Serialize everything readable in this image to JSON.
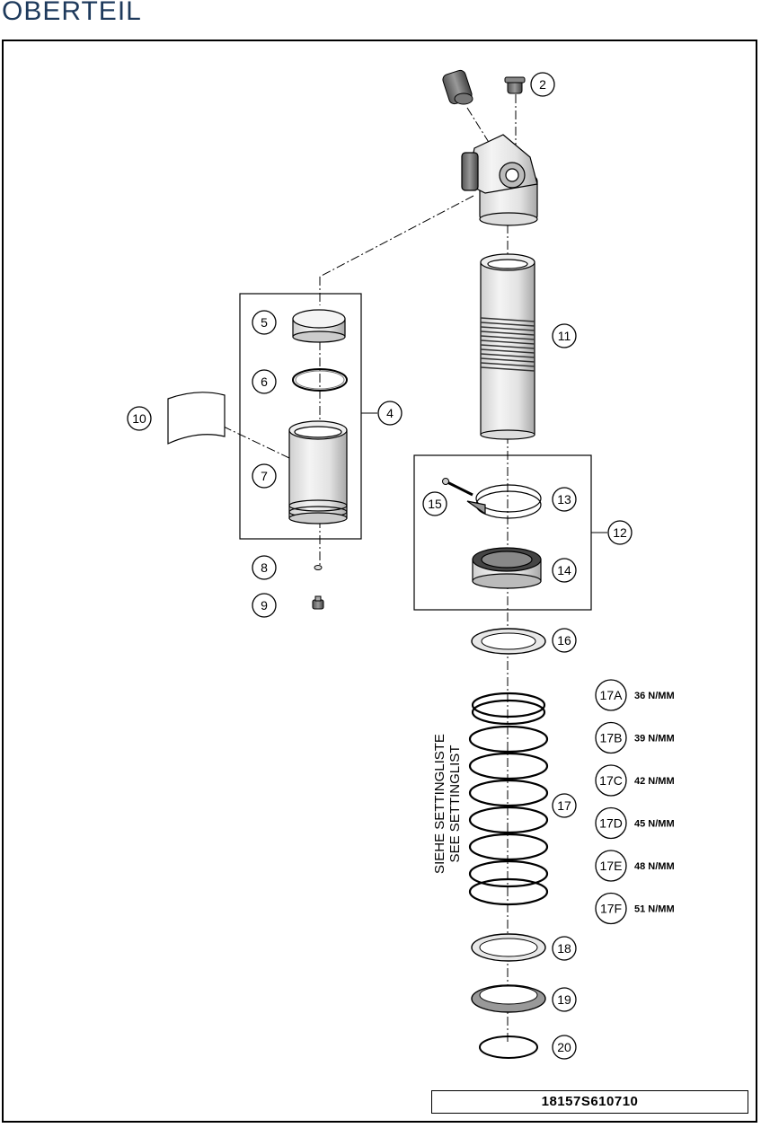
{
  "header": {
    "title": "OBERTEIL"
  },
  "diagram": {
    "callouts": [
      "2",
      "4",
      "5",
      "6",
      "7",
      "8",
      "9",
      "10",
      "11",
      "12",
      "13",
      "14",
      "15",
      "16",
      "17",
      "18",
      "19",
      "20"
    ],
    "springs": [
      {
        "id": "17A",
        "rate": "36 N/MM"
      },
      {
        "id": "17B",
        "rate": "39 N/MM"
      },
      {
        "id": "17C",
        "rate": "42 N/MM"
      },
      {
        "id": "17D",
        "rate": "45 N/MM"
      },
      {
        "id": "17E",
        "rate": "48 N/MM"
      },
      {
        "id": "17F",
        "rate": "51 N/MM"
      }
    ],
    "note_line1": "SIEHE SETTINGLISTE",
    "note_line2": "SEE SETTINGLIST"
  },
  "footer": {
    "part_number": "18157S610710"
  },
  "colors": {
    "title": "#1e3a5c",
    "line": "#000000"
  }
}
